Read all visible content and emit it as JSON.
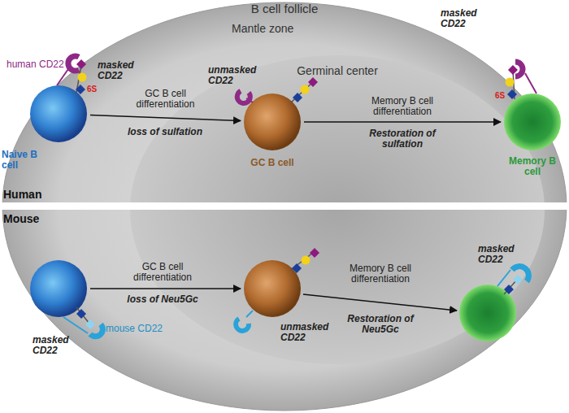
{
  "diagram": {
    "nodes": [
      {
        "text": [
          "B cell follicle"
        ]
      },
      {
        "text": [
          "Germinal center"
        ],
        "in": 0
      },
      {
        "text": [
          "Naive B cell"
        ],
        "in": 0
      },
      {
        "text": [
          "GC B cell"
        ],
        "in": 1
      },
      {
        "text": [
          "Memory B cell"
        ],
        "in": 0
      }
    ],
    "edges": [
      {
        "from": 2,
        "to": 3,
        "arrow": "to",
        "label": "GC B cell differentiation"
      },
      {
        "from": 3,
        "to": 4,
        "arrow": "to",
        "label": "Memory B cell differentiation"
      }
    ],
    "labels": [
      "Mantle zone",
      "human CD22",
      "masked CD22",
      "6S",
      "loss of sulfation",
      "unmasked CD22",
      "Restoration of sulfation",
      "masked CD22",
      "6S",
      "Human",
      "Mouse",
      "mouse CD22",
      "masked CD22",
      "GC B cell differentiation",
      "loss of Neu5Gc",
      "unmasked CD22",
      "Memory B cell differentiation",
      "Restoration of Neu5Gc",
      "masked CD22"
    ]
  }
}
